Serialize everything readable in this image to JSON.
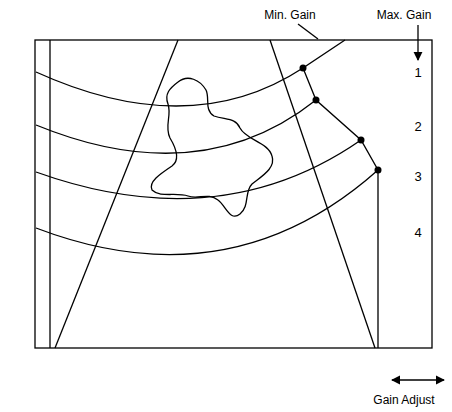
{
  "diagram": {
    "labels": [
      "Min. Gain",
      "Max. Gain",
      "1",
      "2",
      "3",
      "4",
      "Gain Adjust"
    ]
  }
}
